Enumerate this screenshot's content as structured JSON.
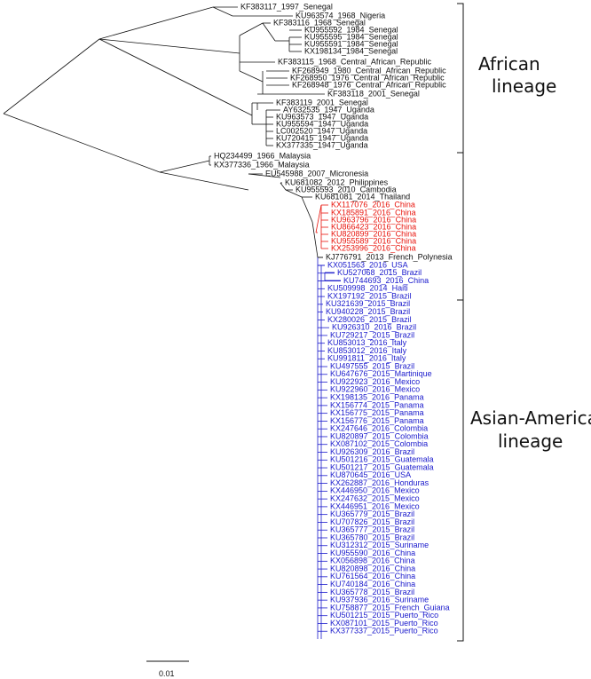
{
  "colors": {
    "default": "#111111",
    "china_2016_clade": "#e8140c",
    "american_clade": "#1a1acc",
    "background": "#ffffff"
  },
  "figure": {
    "clades": [
      {
        "label_lines": [
          "African",
          "lineage"
        ]
      },
      {
        "label_lines": [
          "Asian-American",
          "lineage"
        ]
      }
    ],
    "scale_bar": {
      "label": "0.01"
    }
  },
  "leaves": [
    {
      "label": "KF383117_1997_Senegal",
      "color": "default"
    },
    {
      "label": "KU963574_1968_Nigeria",
      "color": "default"
    },
    {
      "label": "KF383116_1968_Senegal",
      "color": "default"
    },
    {
      "label": "KU955592_1984_Senegal",
      "color": "default"
    },
    {
      "label": "KU955595_1984_Senegal",
      "color": "default"
    },
    {
      "label": "KU955591_1984_Senegal",
      "color": "default"
    },
    {
      "label": "KX198134_1984_Senegal",
      "color": "default"
    },
    {
      "label": "KF383115_1968_Central_African_Republic",
      "color": "default"
    },
    {
      "label": "KF268949_1980_Central_African_Republic",
      "color": "default"
    },
    {
      "label": "KF268950_1976_Central_African_Republic",
      "color": "default"
    },
    {
      "label": "KF268948_1976_Central_African_Republic",
      "color": "default"
    },
    {
      "label": "KF383118_2001_Senegal",
      "color": "default"
    },
    {
      "label": "KF383119_2001_Senegal",
      "color": "default"
    },
    {
      "label": "AY632535_1947_Uganda",
      "color": "default"
    },
    {
      "label": "KU963573_1947_Uganda",
      "color": "default"
    },
    {
      "label": "KU955594_1947_Uganda",
      "color": "default"
    },
    {
      "label": "LC002520_1947_Uganda",
      "color": "default"
    },
    {
      "label": "KU720415_1947_Uganda",
      "color": "default"
    },
    {
      "label": "KX377335_1947_Uganda",
      "color": "default"
    },
    {
      "label": "HQ234499_1966_Malaysia",
      "color": "default"
    },
    {
      "label": "KX377336_1966_Malaysia",
      "color": "default"
    },
    {
      "label": "EU545988_2007_Micronesia",
      "color": "default"
    },
    {
      "label": "KU681082_2012_Philippines",
      "color": "default"
    },
    {
      "label": "KU955593_2010_Cambodia",
      "color": "default"
    },
    {
      "label": "KU681081_2014_Thailand",
      "color": "default"
    },
    {
      "label": "KX117076_2016_China",
      "color": "china_2016_clade"
    },
    {
      "label": "KX185891_2016_China",
      "color": "china_2016_clade"
    },
    {
      "label": "KU963796_2016_China",
      "color": "china_2016_clade"
    },
    {
      "label": "KU866423_2016_China",
      "color": "china_2016_clade"
    },
    {
      "label": "KU820899_2016_China",
      "color": "china_2016_clade"
    },
    {
      "label": "KU955589_2016_China",
      "color": "china_2016_clade"
    },
    {
      "label": "KX253996_2016_China",
      "color": "china_2016_clade"
    },
    {
      "label": "KJ776791_2013_French_Polynesia",
      "color": "default"
    },
    {
      "label": "KX051563_2016_USA",
      "color": "american_clade"
    },
    {
      "label": "KU527068_2015_Brazil",
      "color": "american_clade"
    },
    {
      "label": "KU744693_2016_China",
      "color": "american_clade"
    },
    {
      "label": "KU509998_2014_Haiti",
      "color": "american_clade"
    },
    {
      "label": "KX197192_2015_Brazil",
      "color": "american_clade"
    },
    {
      "label": "KU321639_2015_Brazil",
      "color": "american_clade"
    },
    {
      "label": "KU940228_2015_Brazil",
      "color": "american_clade"
    },
    {
      "label": "KX280026_2015_Brazil",
      "color": "american_clade"
    },
    {
      "label": "KU926310_2016_Brazil",
      "color": "american_clade"
    },
    {
      "label": "KU729217_2015_Brazil",
      "color": "american_clade"
    },
    {
      "label": "KU853013_2016_Italy",
      "color": "american_clade"
    },
    {
      "label": "KU853012_2016_Italy",
      "color": "american_clade"
    },
    {
      "label": "KU991811_2016_Italy",
      "color": "american_clade"
    },
    {
      "label": "KU497555_2015_Brazil",
      "color": "american_clade"
    },
    {
      "label": "KU647676_2015_Martinique",
      "color": "american_clade"
    },
    {
      "label": "KU922923_2016_Mexico",
      "color": "american_clade"
    },
    {
      "label": "KU922960_2016_Mexico",
      "color": "american_clade"
    },
    {
      "label": "KX198135_2016_Panama",
      "color": "american_clade"
    },
    {
      "label": "KX156774_2015_Panama",
      "color": "american_clade"
    },
    {
      "label": "KX156775_2015_Panama",
      "color": "american_clade"
    },
    {
      "label": "KX156776_2015_Panama",
      "color": "american_clade"
    },
    {
      "label": "KX247646_2016_Colombia",
      "color": "american_clade"
    },
    {
      "label": "KU820897_2015_Colombia",
      "color": "american_clade"
    },
    {
      "label": "KX087102_2015_Colombia",
      "color": "american_clade"
    },
    {
      "label": "KU926309_2016_Brazil",
      "color": "american_clade"
    },
    {
      "label": "KU501216_2015_Guatemala",
      "color": "american_clade"
    },
    {
      "label": "KU501217_2015_Guatemala",
      "color": "american_clade"
    },
    {
      "label": "KU870645_2016_USA",
      "color": "american_clade"
    },
    {
      "label": "KX262887_2016_Honduras",
      "color": "american_clade"
    },
    {
      "label": "KX446950_2016_Mexico",
      "color": "american_clade"
    },
    {
      "label": "KX247632_2015_Mexico",
      "color": "american_clade"
    },
    {
      "label": "KX446951_2016_Mexico",
      "color": "american_clade"
    },
    {
      "label": "KU365779_2015_Brazil",
      "color": "american_clade"
    },
    {
      "label": "KU707826_2015_Brazil",
      "color": "american_clade"
    },
    {
      "label": "KU365777_2015_Brazil",
      "color": "american_clade"
    },
    {
      "label": "KU365780_2015_Brazil",
      "color": "american_clade"
    },
    {
      "label": "KU312312_2015_Suriname",
      "color": "american_clade"
    },
    {
      "label": "KU955590_2016_China",
      "color": "american_clade"
    },
    {
      "label": "KX056898_2016_China",
      "color": "american_clade"
    },
    {
      "label": "KU820898_2016_China",
      "color": "american_clade"
    },
    {
      "label": "KU761564_2016_China",
      "color": "american_clade"
    },
    {
      "label": "KU740184_2016_China",
      "color": "american_clade"
    },
    {
      "label": "KU365778_2015_Brazil",
      "color": "american_clade"
    },
    {
      "label": "KU937936_2016_Suriname",
      "color": "american_clade"
    },
    {
      "label": "KU758877_2015_French_Guiana",
      "color": "american_clade"
    },
    {
      "label": "KU501215_2015_Puerto_Rico",
      "color": "american_clade"
    },
    {
      "label": "KX087101_2015_Puerto_Rico",
      "color": "american_clade"
    },
    {
      "label": "KX377337_2015_Puerto_Rico",
      "color": "american_clade"
    }
  ]
}
